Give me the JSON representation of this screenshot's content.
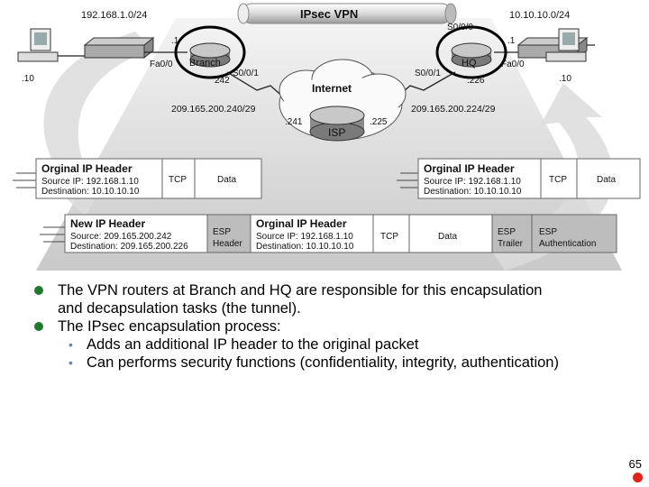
{
  "diagram": {
    "tunnel_label": "IPsec VPN",
    "branch_network": "192.168.1.0/24",
    "hq_network": "10.10.10.0/24",
    "branch_router": "Branch",
    "hq_router": "HQ",
    "isp_router": "ISP",
    "internet_label": "Internet",
    "branch_fa": "Fa0/0",
    "hq_fa": "Fa0/0",
    "branch_s": "S0/0/1",
    "hq_s": "S0/0/1",
    "hq_s0": "S0/0/0",
    "branch_dot1": ".1",
    "hq_dot1": ".1",
    "pc_left_ip": ".10",
    "pc_right_ip": ".10",
    "branch_wan_ip": "242",
    "hq_wan_ip": ".226",
    "isp_left_ip": ".241",
    "isp_right_ip": ".225",
    "left_subnet": "209.165.200.240/29",
    "right_subnet": "209.165.200.224/29"
  },
  "packets": {
    "left": {
      "header": "Orginal IP Header",
      "src": "Source IP: 192.168.1.10",
      "dst": "Destination: 10.10.10.10",
      "tcp": "TCP",
      "data": "Data"
    },
    "right": {
      "header": "Orginal IP Header",
      "src": "Source IP: 192.168.1.10",
      "dst": "Destination: 10.10.10.10",
      "tcp": "TCP",
      "data": "Data"
    },
    "encap": {
      "new_header": "New IP Header",
      "new_src": "Source: 209.165.200.242",
      "new_dst": "Destination: 209.165.200.226",
      "esp_header_1": "ESP",
      "esp_header_2": "Header",
      "orig_header": "Orginal IP Header",
      "orig_src": "Source IP: 192.168.1.10",
      "orig_dst": "Destination: 10.10.10.10",
      "tcp": "TCP",
      "data": "Data",
      "esp_trailer_1": "ESP",
      "esp_trailer_2": "Trailer",
      "esp_auth_1": "ESP",
      "esp_auth_2": "Authentication"
    }
  },
  "bullets": [
    "The VPN routers at Branch and HQ are responsible for this encapsulation",
    "and decapsulation tasks (the tunnel).",
    "The IPsec encapsulation process:"
  ],
  "sub_bullets": [
    "Adds an additional IP header to the original packet",
    "Can performs security functions (confidentiality, integrity, authentication)"
  ],
  "page_number": "65",
  "colors": {
    "bullet": "#1f7a2e",
    "sub_bullet": "#6e7fb0",
    "accent_dot": "#e0261c"
  }
}
